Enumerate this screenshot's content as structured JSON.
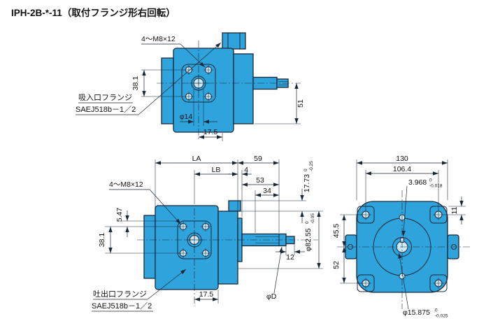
{
  "title": "IPH-2B-*-11（取付フランジ形右回転）",
  "colors": {
    "pump_body": "#2ea3dc",
    "pump_body_light": "#cdeaf7",
    "line": "#1b2838",
    "text": "#111111",
    "background": "#ffffff"
  },
  "view_top": {
    "bolt_callout": "4～M8×12",
    "dim_bolt_spacing_v": "38.1",
    "suction_flange_label": "吸入口フランジ",
    "suction_flange_spec": "SAEJ518b－1／2",
    "dim_port_dia": "φ14",
    "dim_offset": "17.5",
    "dim_height": "51"
  },
  "view_side": {
    "dim_la": "LA",
    "dim_59": "59",
    "dim_lb": "LB",
    "dim_4": "4",
    "dim_53": "53",
    "dim_34": "34",
    "bolt_callout": "4～M8×12",
    "dim_17_73": {
      "value": "17.73",
      "tol_upper": "0",
      "tol_lower": "-0.25"
    },
    "dim_5_47": "5.47",
    "dim_bolt_spacing_v": "38.1",
    "dim_pilot_dia": {
      "value": "φ82.55",
      "tol_upper": "0",
      "tol_lower": "-0.05"
    },
    "dim_12": "12",
    "dim_17_5": "17.5",
    "dim_shaft_dia": "φD",
    "discharge_flange_label": "吐出口フランジ",
    "discharge_flange_spec": "SAEJ518b－1／2"
  },
  "view_front": {
    "dim_130": "130",
    "dim_106_4": "106.4",
    "dim_key": {
      "value": "3.968",
      "tol_upper": "0",
      "tol_lower": "-0.018"
    },
    "dim_11": "11",
    "dim_45_5": "45.5",
    "dim_52": "52",
    "dim_shaft_dia": {
      "value": "φ15.875",
      "tol_upper": "0",
      "tol_lower": "-0.025"
    }
  }
}
